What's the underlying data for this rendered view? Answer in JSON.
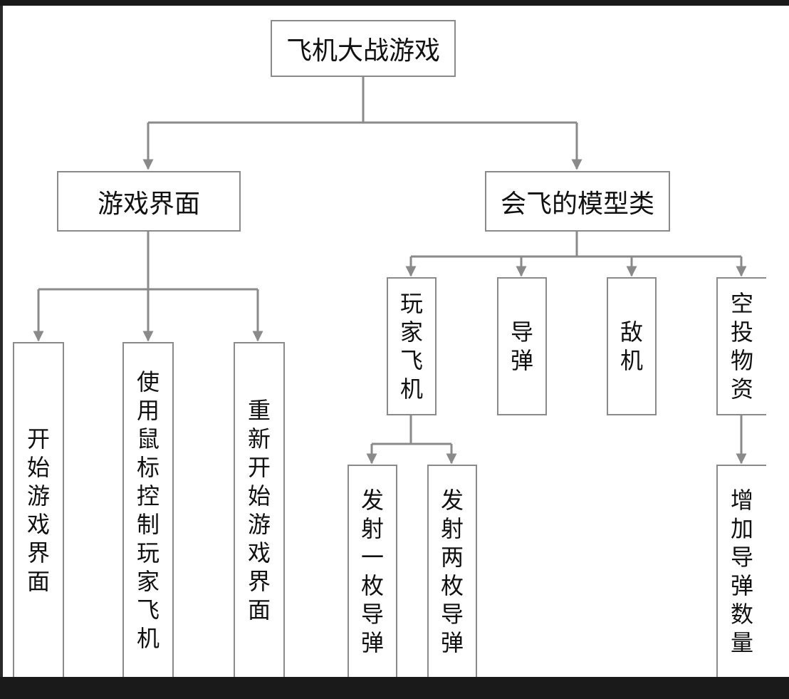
{
  "colors": {
    "line": "#8a8a8a",
    "text": "#111111",
    "frame": "#1a1a1a"
  },
  "diagram": {
    "root": "飞机大战游戏",
    "game_ui": "游戏界面",
    "flying_models": "会飞的模型类",
    "start_ui": "开始游戏界面",
    "mouse_control": "使用鼠标控制玩家飞机",
    "restart_ui": "重新开始游戏界面",
    "player_plane": "玩家飞机",
    "missile": "导弹",
    "enemy": "敌机",
    "airdrop": "空投物资",
    "fire_one": "发射一枚导弹",
    "fire_two": "发射两枚导弹",
    "add_missiles": "增加导弹数量"
  }
}
